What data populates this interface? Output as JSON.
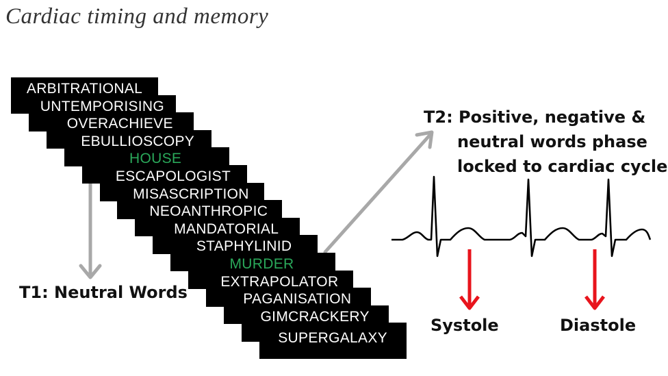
{
  "title": "Cardiac timing and memory",
  "colors": {
    "neutral_text": "#ffffff",
    "emotional_text": "#2aa85a",
    "arrow_gray": "#a8a8a8",
    "arrow_red": "#e8141c"
  },
  "word_cards": [
    {
      "word": "ARBITRATIONAL",
      "highlight": false
    },
    {
      "word": "UNTEMPORISING",
      "highlight": false
    },
    {
      "word": "OVERACHIEVE",
      "highlight": false
    },
    {
      "word": "EBULLIOSCOPY",
      "highlight": false
    },
    {
      "word": "HOUSE",
      "highlight": true
    },
    {
      "word": "ESCAPOLOGIST",
      "highlight": false
    },
    {
      "word": "MISASCRIPTION",
      "highlight": false
    },
    {
      "word": "NEOANTHROPIC",
      "highlight": false
    },
    {
      "word": "MANDATORIAL",
      "highlight": false
    },
    {
      "word": "STAPHYLINID",
      "highlight": false
    },
    {
      "word": "MURDER",
      "highlight": true
    },
    {
      "word": "EXTRAPOLATOR",
      "highlight": false
    },
    {
      "word": "PAGANISATION",
      "highlight": false
    },
    {
      "word": "GIMCRACKERY",
      "highlight": false
    },
    {
      "word": "SUPERGALAXY",
      "highlight": false
    }
  ],
  "t1_label": "T1: Neutral Words",
  "t2_label": {
    "line1": "T2: Positive, negative &",
    "line2": "neutral words phase",
    "line3": "locked to cardiac cycle"
  },
  "systole_label": "Systole",
  "diastole_label": "Diastole"
}
